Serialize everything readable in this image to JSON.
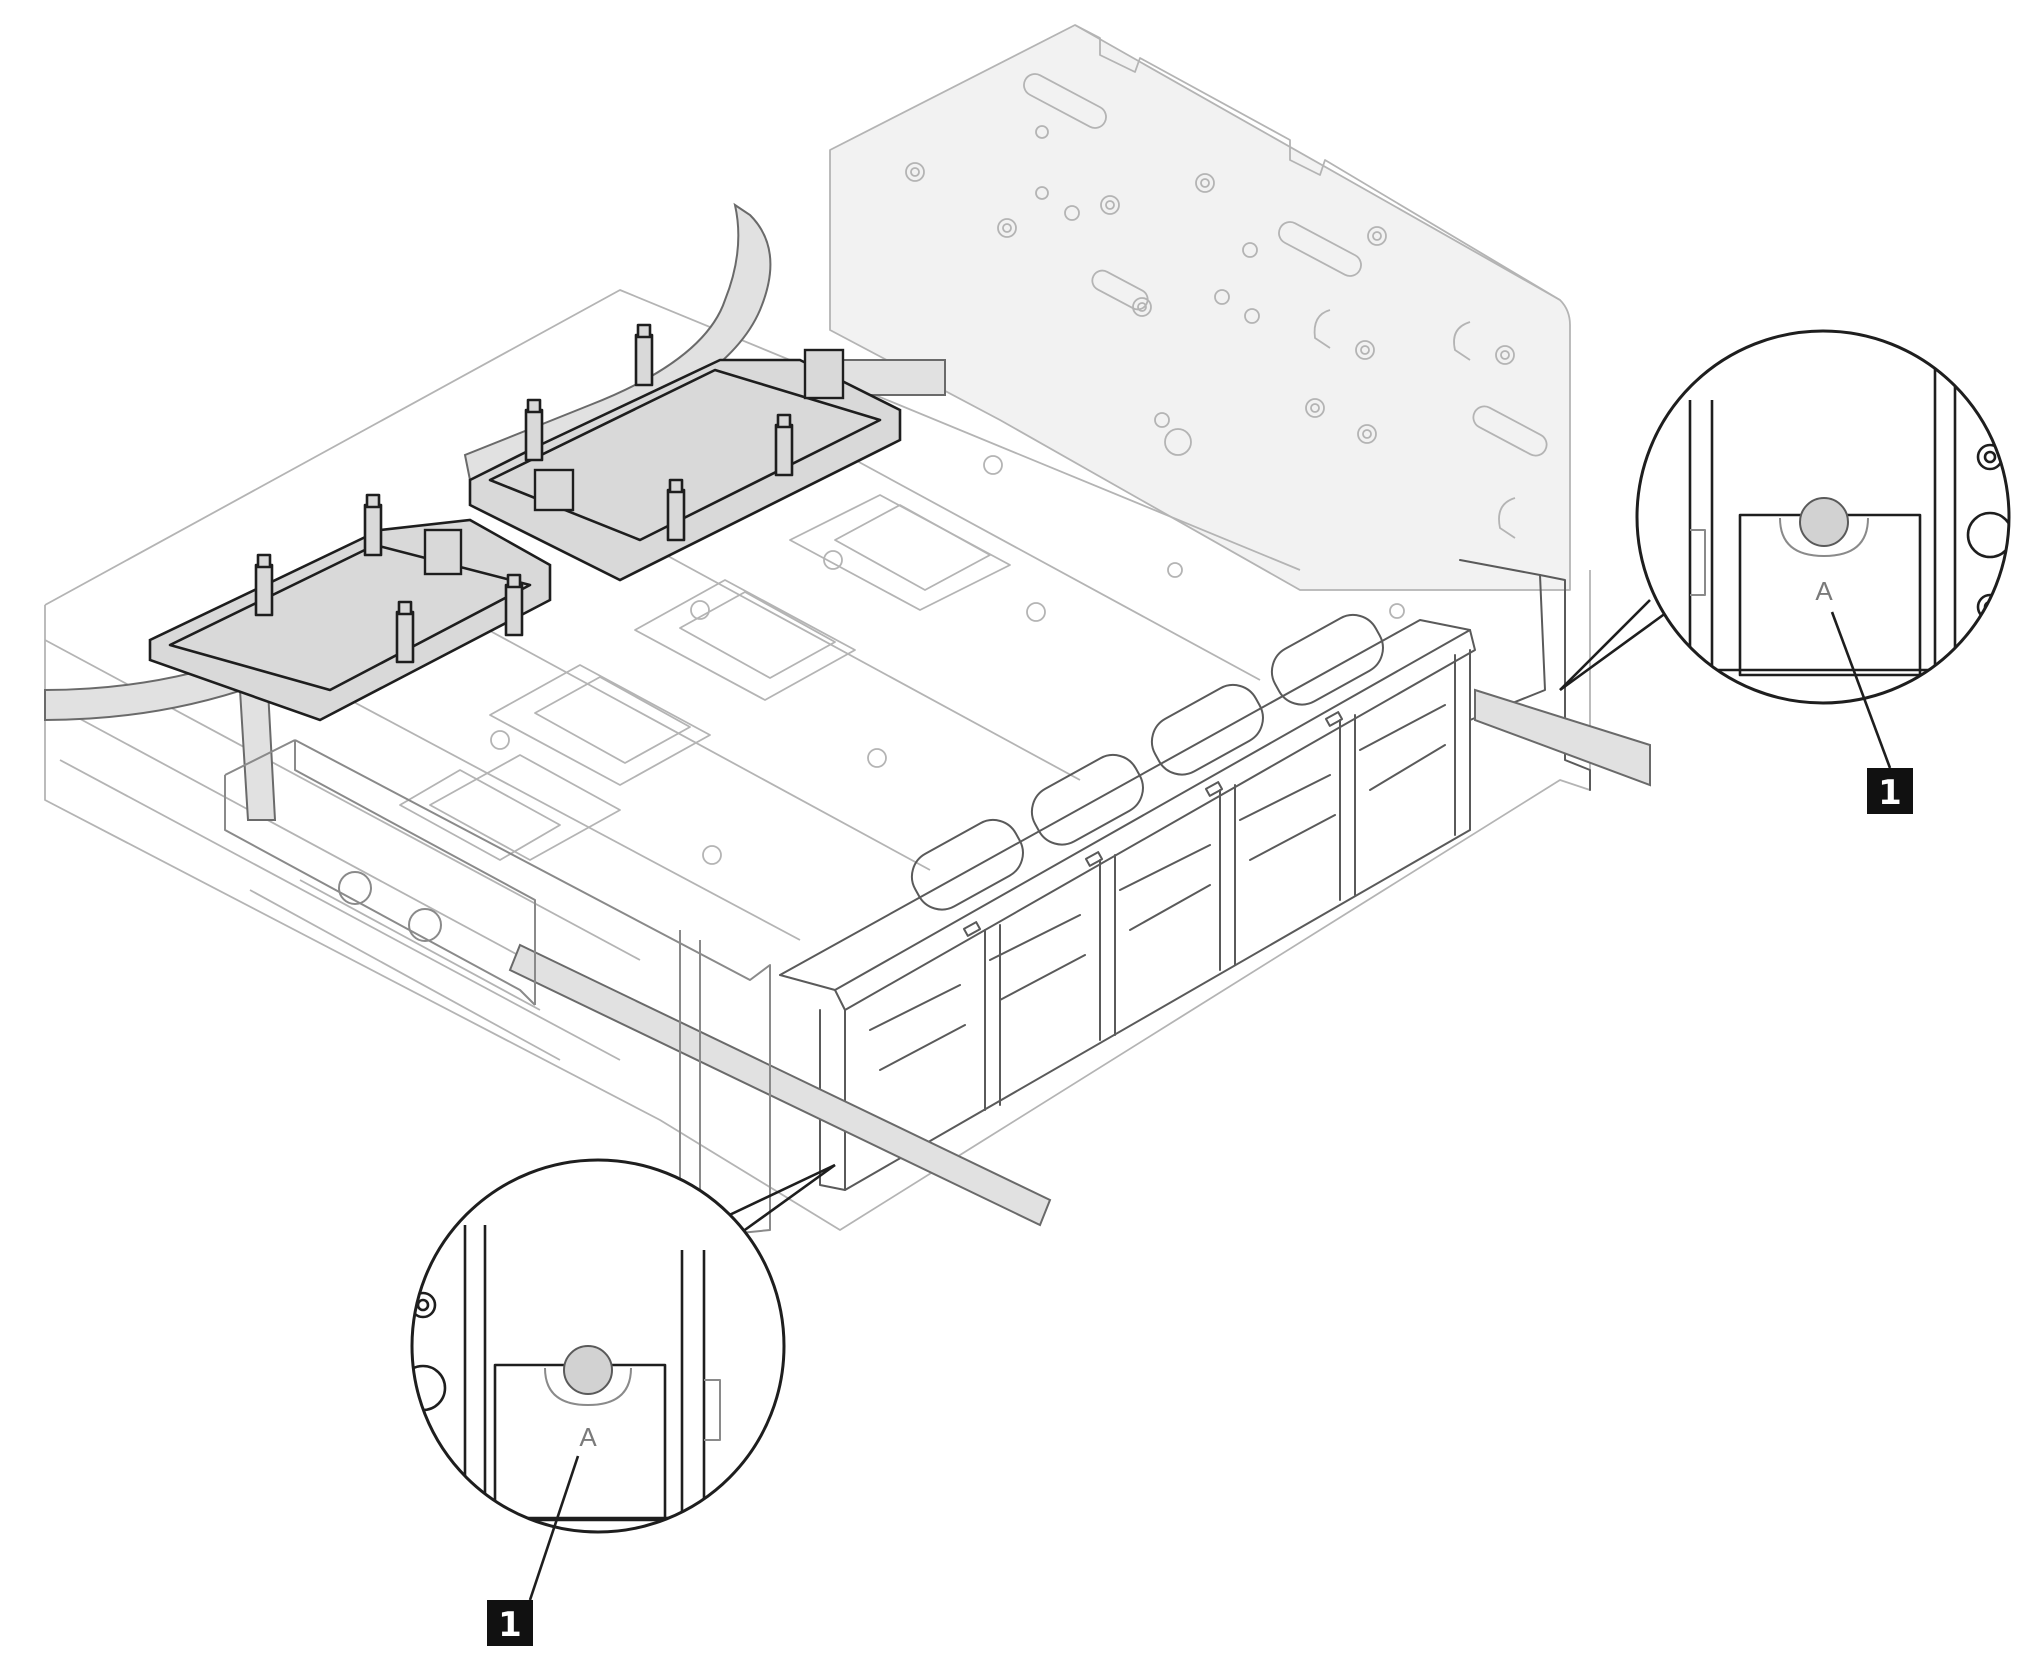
{
  "callouts": [
    {
      "id": "right",
      "number": "1"
    },
    {
      "id": "bottom",
      "number": "1"
    }
  ],
  "detail_labels": [
    {
      "id": "right",
      "text": "A"
    },
    {
      "id": "bottom",
      "text": "A"
    }
  ],
  "colors": {
    "line": "#5a5a5a",
    "callout_fill": "#111111",
    "callout_text": "#ffffff",
    "hose_fill": "#e1e1e1"
  }
}
